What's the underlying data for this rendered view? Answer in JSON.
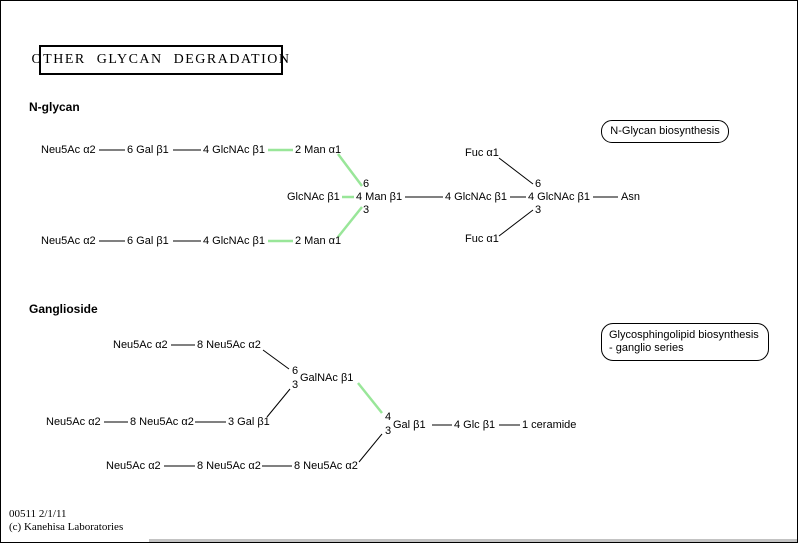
{
  "title": "OTHER GLYCAN DEGRADATION",
  "colors": {
    "highlight": "#99e699",
    "line": "#000000"
  },
  "nglycan": {
    "heading": "N-glycan",
    "pathway_link": "N-Glycan biosynthesis",
    "branch_top": [
      "Neu5Ac α2",
      "6 Gal β1",
      "4 GlcNAc β1",
      "2 Man α1"
    ],
    "branch_bottom": [
      "Neu5Ac α2",
      "6 Gal β1",
      "4 GlcNAc β1",
      "2 Man α1"
    ],
    "bisecting_glcnac": "GlcNAc β1",
    "core_man": {
      "pos6": "6",
      "label": "4 Man β1",
      "pos3": "3"
    },
    "inner_glcnac": "4 GlcNAc β1",
    "reducing_glcnac": {
      "pos6": "6",
      "label": "4 GlcNAc β1",
      "pos3": "3"
    },
    "asn": "Asn",
    "fuc_upper": "Fuc α1",
    "fuc_lower": "Fuc α1"
  },
  "ganglioside": {
    "heading": "Ganglioside",
    "pathway_link_line1": "Glycosphingolipid biosynthesis",
    "pathway_link_line2": "- ganglio series",
    "branch_a": [
      "Neu5Ac α2",
      "8 Neu5Ac α2"
    ],
    "core_galnac": {
      "pos6": "6",
      "pos3": "3",
      "label": "GalNAc β1"
    },
    "branch_b": [
      "Neu5Ac α2",
      "8 Neu5Ac α2",
      "3 Gal β1"
    ],
    "core_gal": {
      "pos4": "4",
      "pos3": "3",
      "label": "Gal β1"
    },
    "glc": "4 Glc β1",
    "ceramide": "1 ceramide",
    "branch_c": [
      "Neu5Ac α2",
      "8 Neu5Ac α2",
      "8 Neu5Ac α2"
    ]
  },
  "footer": {
    "map_id": "00511 2/1/11",
    "copyright": "(c) Kanehisa Laboratories"
  }
}
